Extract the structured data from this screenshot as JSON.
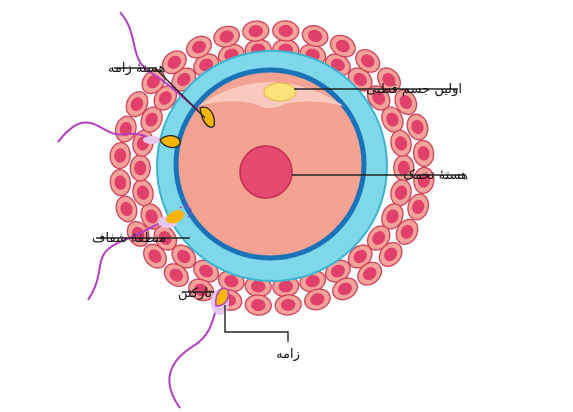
{
  "labels": {
    "sperm_nucleus": "هستهٔ زامه",
    "first_polar_body": "اولین جسم قطبی",
    "egg_nucleus": "هستهٔ تخمک",
    "zona_pellucida": "منطقهٔ شفاف",
    "flagellum": "تارکتن",
    "sperm": "زامه"
  },
  "colors": {
    "corona_cell_fill": "#f4a39a",
    "corona_cell_stroke": "#d0415a",
    "corona_nucleus": "#e0406a",
    "zona": "#7fd8ea",
    "zona_stroke": "#3bb4cf",
    "membrane": "#1a73b8",
    "cytoplasm": "#f4a393",
    "perivitelline": "#f9c9c0",
    "egg_nucleus": "#e34a6f",
    "polar_body": "#fbe27a",
    "sperm_head": "#f7b500",
    "sperm_tail": "#b13fbf",
    "acrosome": "#e6c7f0",
    "leader_line": "#222222"
  }
}
